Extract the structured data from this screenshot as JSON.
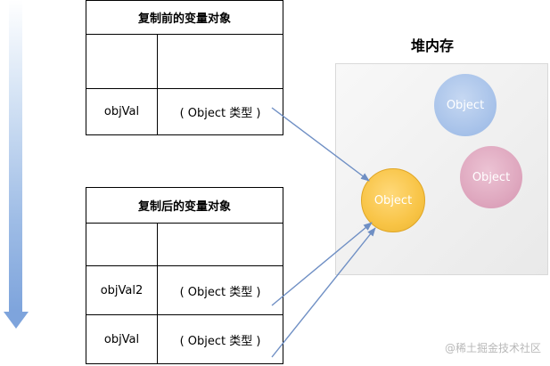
{
  "before_table": {
    "title": "复制前的变量对象",
    "var_name": "objVal",
    "var_value": "( Object 类型 )"
  },
  "after_table": {
    "title": "复制后的变量对象",
    "var_name_1": "objVal2",
    "var_value_1": "( Object 类型 )",
    "var_name_2": "objVal",
    "var_value_2": "( Object 类型 )"
  },
  "heap": {
    "title": "堆内存",
    "objects": [
      {
        "label": "Object",
        "color": "#aac4ea"
      },
      {
        "label": "Object",
        "color": "#dfa8bf"
      },
      {
        "label": "Object",
        "color": "#f8c446"
      }
    ]
  },
  "colors": {
    "arrow": "#6f8fc4",
    "timeline": "#7ea4dc"
  },
  "watermark": "@稀土掘金技术社区"
}
